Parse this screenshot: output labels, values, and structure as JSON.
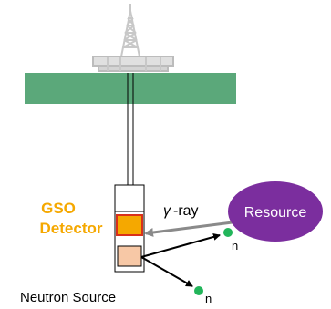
{
  "labels": {
    "detector_line1": "GSO",
    "detector_line2": "Detector",
    "gamma_symbol": "γ",
    "gamma_suffix": "-ray",
    "resource": "Resource",
    "neutron_source": "Neutron Source",
    "neutron_upper": "n",
    "neutron_lower": "n"
  },
  "colors": {
    "ground": "#5ba87a",
    "detector_label": "#f5a800",
    "gso_crystal": "#f5a800",
    "gso_border": "#d9301a",
    "source_box": "#f7c8a6",
    "resource_fill": "#7b2e9e",
    "neutron": "#22b55a",
    "arrow": "#8a8a8a",
    "rig": "#c8c8c8"
  },
  "icons": {
    "rig": "drilling-rig-icon",
    "neutron": "neutron-particle-icon"
  }
}
